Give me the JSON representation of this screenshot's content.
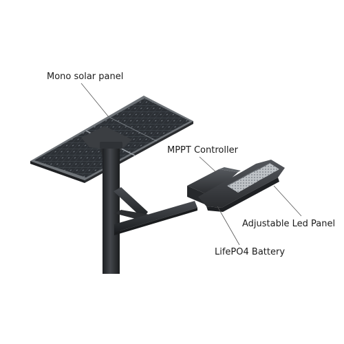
{
  "labels": {
    "solar_panel": "Mono solar panel",
    "controller": "MPPT Controller",
    "led_panel": "Adjustable Led Panel",
    "battery": "LifePO4 Battery"
  },
  "colors": {
    "background": "#ffffff",
    "pole": "#2b2d30",
    "solar_cells": "#2f3338",
    "panel_frame": "#8d9196",
    "lamp_housing": "#3a3d41",
    "led_module": "#c8cbcf",
    "leader_line": "#555555"
  }
}
